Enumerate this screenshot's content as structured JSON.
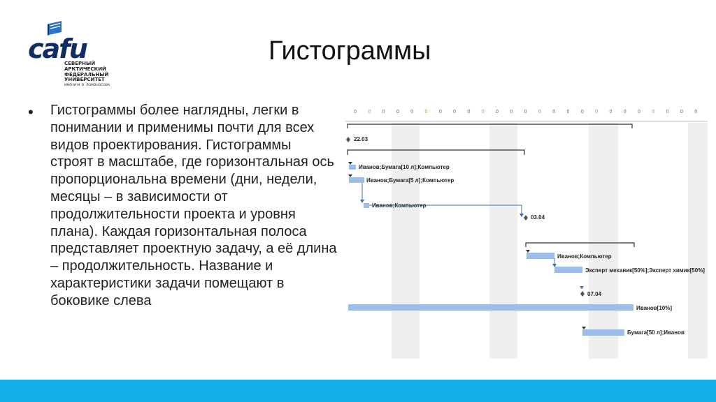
{
  "slide": {
    "title": "Гистограммы",
    "bullet": "Гистограммы более наглядны, легки в понимании и применимы почти для всех видов проектирования. Гистограммы строят в масштабе, где горизонтальная ось пропорциональна времени (дни, недели, месяцы – в зависимости от продолжительности проекта и уровня плана). Каждая горизонтальная полоса представляет проектную задачу, а её длина – продолжительность. Название и характеристики задачи помещают в боковике слева"
  },
  "logo": {
    "word": "cafu",
    "lines": [
      "Северный",
      "Арктический",
      "федеральный",
      "университет"
    ],
    "sub": "имени М. В. Ломоносова"
  },
  "gantt": {
    "header_ticks": [
      "0",
      "0",
      "0",
      "0",
      "0",
      "0",
      "0",
      "0",
      "0",
      "0",
      "0",
      "0",
      "0",
      "0",
      "0",
      "0",
      "0",
      "0",
      "0",
      "0",
      "0",
      "0",
      "0",
      "0",
      "0"
    ],
    "milestones": [
      {
        "label": "22.03"
      },
      {
        "label": "03.04"
      },
      {
        "label": "07.04"
      }
    ],
    "tasks": [
      {
        "label": "Иванов;Бумага[10 л];Компьютер"
      },
      {
        "label": "Иванов;Бумага[5 л];Компьютер"
      },
      {
        "label": "Иванов;Компьютер"
      },
      {
        "label": "Иванов;Компьютер"
      },
      {
        "label": "Эксперт механик[50%];Эксперт химик[50%]"
      },
      {
        "label": "Иванов[10%]"
      },
      {
        "label": "Бумага[50 л];Иванов"
      }
    ],
    "colors": {
      "bar": "#9bbde8",
      "shade": "#efefef",
      "line": "#3f6fb0",
      "summary": "#333333"
    }
  }
}
